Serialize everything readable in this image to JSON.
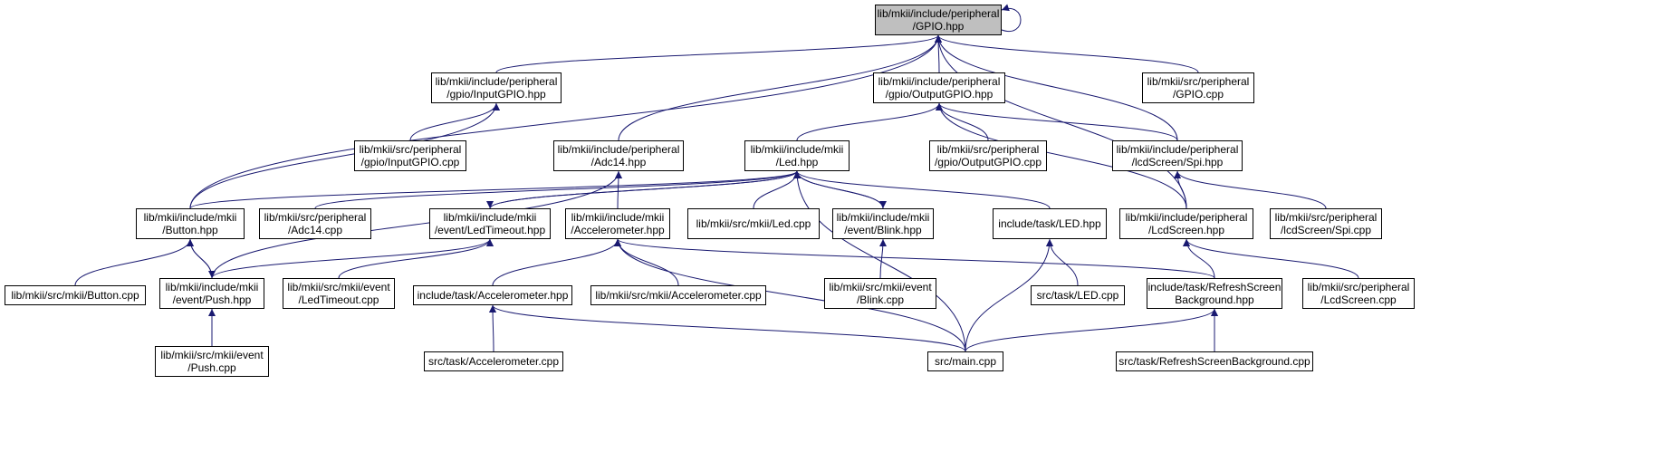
{
  "colors": {
    "edge": "#191970",
    "node_border": "#000000",
    "root_fill": "#bfbfbf",
    "node_fill": "#ffffff"
  },
  "nodes": [
    {
      "id": "gpio_hpp",
      "label": "lib/mkii/include/peripheral\n/GPIO.hpp",
      "root": true
    },
    {
      "id": "inputgpio_hpp",
      "label": "lib/mkii/include/peripheral\n/gpio/InputGPIO.hpp"
    },
    {
      "id": "outputgpio_hpp",
      "label": "lib/mkii/include/peripheral\n/gpio/OutputGPIO.hpp"
    },
    {
      "id": "gpio_cpp",
      "label": "lib/mkii/src/peripheral\n/GPIO.cpp"
    },
    {
      "id": "inputgpio_cpp",
      "label": "lib/mkii/src/peripheral\n/gpio/InputGPIO.cpp"
    },
    {
      "id": "adc14_hpp",
      "label": "lib/mkii/include/peripheral\n/Adc14.hpp"
    },
    {
      "id": "led_hpp",
      "label": "lib/mkii/include/mkii\n/Led.hpp"
    },
    {
      "id": "outputgpio_cpp",
      "label": "lib/mkii/src/peripheral\n/gpio/OutputGPIO.cpp"
    },
    {
      "id": "spi_hpp",
      "label": "lib/mkii/include/peripheral\n/lcdScreen/Spi.hpp"
    },
    {
      "id": "button_hpp",
      "label": "lib/mkii/include/mkii\n/Button.hpp"
    },
    {
      "id": "adc14_cpp",
      "label": "lib/mkii/src/peripheral\n/Adc14.cpp"
    },
    {
      "id": "ledtimeout_hpp",
      "label": "lib/mkii/include/mkii\n/event/LedTimeout.hpp"
    },
    {
      "id": "accel_hpp",
      "label": "lib/mkii/include/mkii\n/Accelerometer.hpp"
    },
    {
      "id": "led_cpp",
      "label": "lib/mkii/src/mkii/Led.cpp"
    },
    {
      "id": "blink_hpp",
      "label": "lib/mkii/include/mkii\n/event/Blink.hpp"
    },
    {
      "id": "task_led_hpp",
      "label": "include/task/LED.hpp"
    },
    {
      "id": "lcdscreen_hpp",
      "label": "lib/mkii/include/peripheral\n/LcdScreen.hpp"
    },
    {
      "id": "spi_cpp",
      "label": "lib/mkii/src/peripheral\n/lcdScreen/Spi.cpp"
    },
    {
      "id": "button_cpp",
      "label": "lib/mkii/src/mkii/Button.cpp"
    },
    {
      "id": "push_hpp",
      "label": "lib/mkii/include/mkii\n/event/Push.hpp"
    },
    {
      "id": "ledtimeout_cpp",
      "label": "lib/mkii/src/mkii/event\n/LedTimeout.cpp"
    },
    {
      "id": "task_accel_hpp",
      "label": "include/task/Accelerometer.hpp"
    },
    {
      "id": "accel_cpp",
      "label": "lib/mkii/src/mkii/Accelerometer.cpp"
    },
    {
      "id": "blink_cpp",
      "label": "lib/mkii/src/mkii/event\n/Blink.cpp"
    },
    {
      "id": "task_led_cpp",
      "label": "src/task/LED.cpp"
    },
    {
      "id": "refresh_hpp",
      "label": "include/task/RefreshScreen\nBackground.hpp"
    },
    {
      "id": "lcdscreen_cpp",
      "label": "lib/mkii/src/peripheral\n/LcdScreen.cpp"
    },
    {
      "id": "push_cpp",
      "label": "lib/mkii/src/mkii/event\n/Push.cpp"
    },
    {
      "id": "task_accel_cpp",
      "label": "src/task/Accelerometer.cpp"
    },
    {
      "id": "main_cpp",
      "label": "src/main.cpp"
    },
    {
      "id": "refresh_cpp",
      "label": "src/task/RefreshScreenBackground.cpp"
    }
  ],
  "edges": [
    [
      "gpio_hpp",
      "gpio_hpp"
    ],
    [
      "gpio_hpp",
      "inputgpio_hpp"
    ],
    [
      "gpio_hpp",
      "outputgpio_hpp"
    ],
    [
      "gpio_hpp",
      "gpio_cpp"
    ],
    [
      "gpio_hpp",
      "adc14_hpp"
    ],
    [
      "gpio_hpp",
      "button_hpp"
    ],
    [
      "gpio_hpp",
      "spi_hpp"
    ],
    [
      "gpio_hpp",
      "lcdscreen_hpp"
    ],
    [
      "inputgpio_hpp",
      "inputgpio_cpp"
    ],
    [
      "inputgpio_hpp",
      "button_hpp"
    ],
    [
      "outputgpio_hpp",
      "led_hpp"
    ],
    [
      "outputgpio_hpp",
      "outputgpio_cpp"
    ],
    [
      "outputgpio_hpp",
      "spi_hpp"
    ],
    [
      "outputgpio_hpp",
      "lcdscreen_hpp"
    ],
    [
      "adc14_hpp",
      "accel_hpp"
    ],
    [
      "adc14_hpp",
      "push_hpp"
    ],
    [
      "led_hpp",
      "button_hpp"
    ],
    [
      "led_hpp",
      "adc14_cpp"
    ],
    [
      "led_hpp",
      "ledtimeout_hpp"
    ],
    [
      "led_hpp",
      "led_cpp"
    ],
    [
      "led_hpp",
      "blink_hpp"
    ],
    [
      "led_hpp",
      "task_led_hpp"
    ],
    [
      "led_hpp",
      "main_cpp"
    ],
    [
      "spi_hpp",
      "lcdscreen_hpp"
    ],
    [
      "spi_hpp",
      "spi_cpp"
    ],
    [
      "button_hpp",
      "button_cpp"
    ],
    [
      "button_hpp",
      "push_hpp"
    ],
    [
      "push_hpp",
      "button_hpp"
    ],
    [
      "ledtimeout_hpp",
      "push_hpp"
    ],
    [
      "ledtimeout_hpp",
      "ledtimeout_cpp"
    ],
    [
      "ledtimeout_hpp",
      "led_hpp"
    ],
    [
      "blink_hpp",
      "led_hpp"
    ],
    [
      "accel_hpp",
      "task_accel_hpp"
    ],
    [
      "accel_hpp",
      "accel_cpp"
    ],
    [
      "accel_hpp",
      "main_cpp"
    ],
    [
      "accel_hpp",
      "refresh_hpp"
    ],
    [
      "blink_hpp",
      "blink_cpp"
    ],
    [
      "task_led_hpp",
      "task_led_cpp"
    ],
    [
      "task_led_hpp",
      "main_cpp"
    ],
    [
      "lcdscreen_hpp",
      "refresh_hpp"
    ],
    [
      "lcdscreen_hpp",
      "lcdscreen_cpp"
    ],
    [
      "push_hpp",
      "push_cpp"
    ],
    [
      "task_accel_hpp",
      "task_accel_cpp"
    ],
    [
      "task_accel_hpp",
      "main_cpp"
    ],
    [
      "refresh_hpp",
      "main_cpp"
    ],
    [
      "refresh_hpp",
      "refresh_cpp"
    ]
  ]
}
